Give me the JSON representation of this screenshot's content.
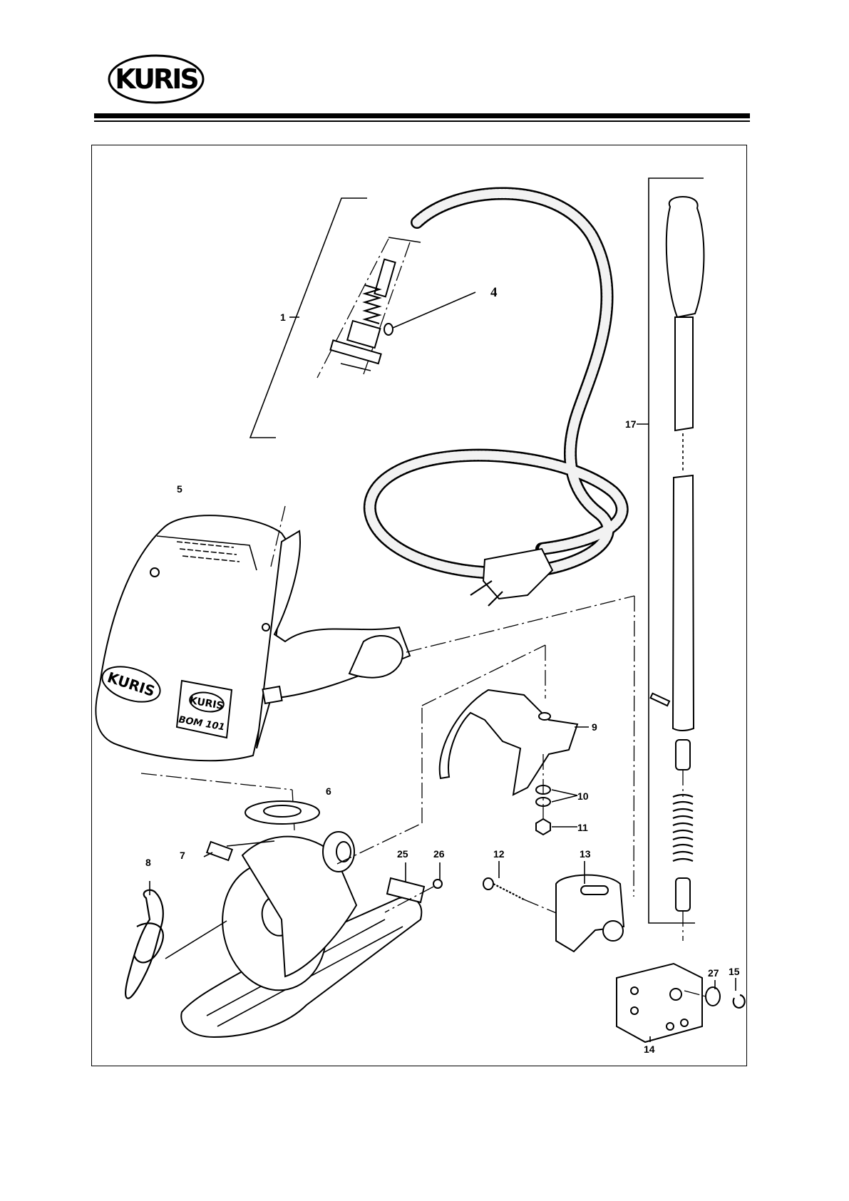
{
  "header": {
    "logo_text": "KURIS"
  },
  "drawing": {
    "motor_labels": {
      "housing_logo": "KURIS",
      "badge_logo": "KURIS",
      "model": "BOM 101"
    },
    "callouts": [
      {
        "id": "c1",
        "label": "1"
      },
      {
        "id": "c4",
        "label": "4"
      },
      {
        "id": "c5",
        "label": "5"
      },
      {
        "id": "c6",
        "label": "6"
      },
      {
        "id": "c7",
        "label": "7"
      },
      {
        "id": "c8",
        "label": "8"
      },
      {
        "id": "c9",
        "label": "9"
      },
      {
        "id": "c10",
        "label": "10"
      },
      {
        "id": "c11",
        "label": "11"
      },
      {
        "id": "c12",
        "label": "12"
      },
      {
        "id": "c13",
        "label": "13"
      },
      {
        "id": "c14",
        "label": "14"
      },
      {
        "id": "c15",
        "label": "15"
      },
      {
        "id": "c17",
        "label": "17"
      },
      {
        "id": "c25",
        "label": "25"
      },
      {
        "id": "c26",
        "label": "26"
      },
      {
        "id": "c27",
        "label": "27"
      }
    ]
  }
}
